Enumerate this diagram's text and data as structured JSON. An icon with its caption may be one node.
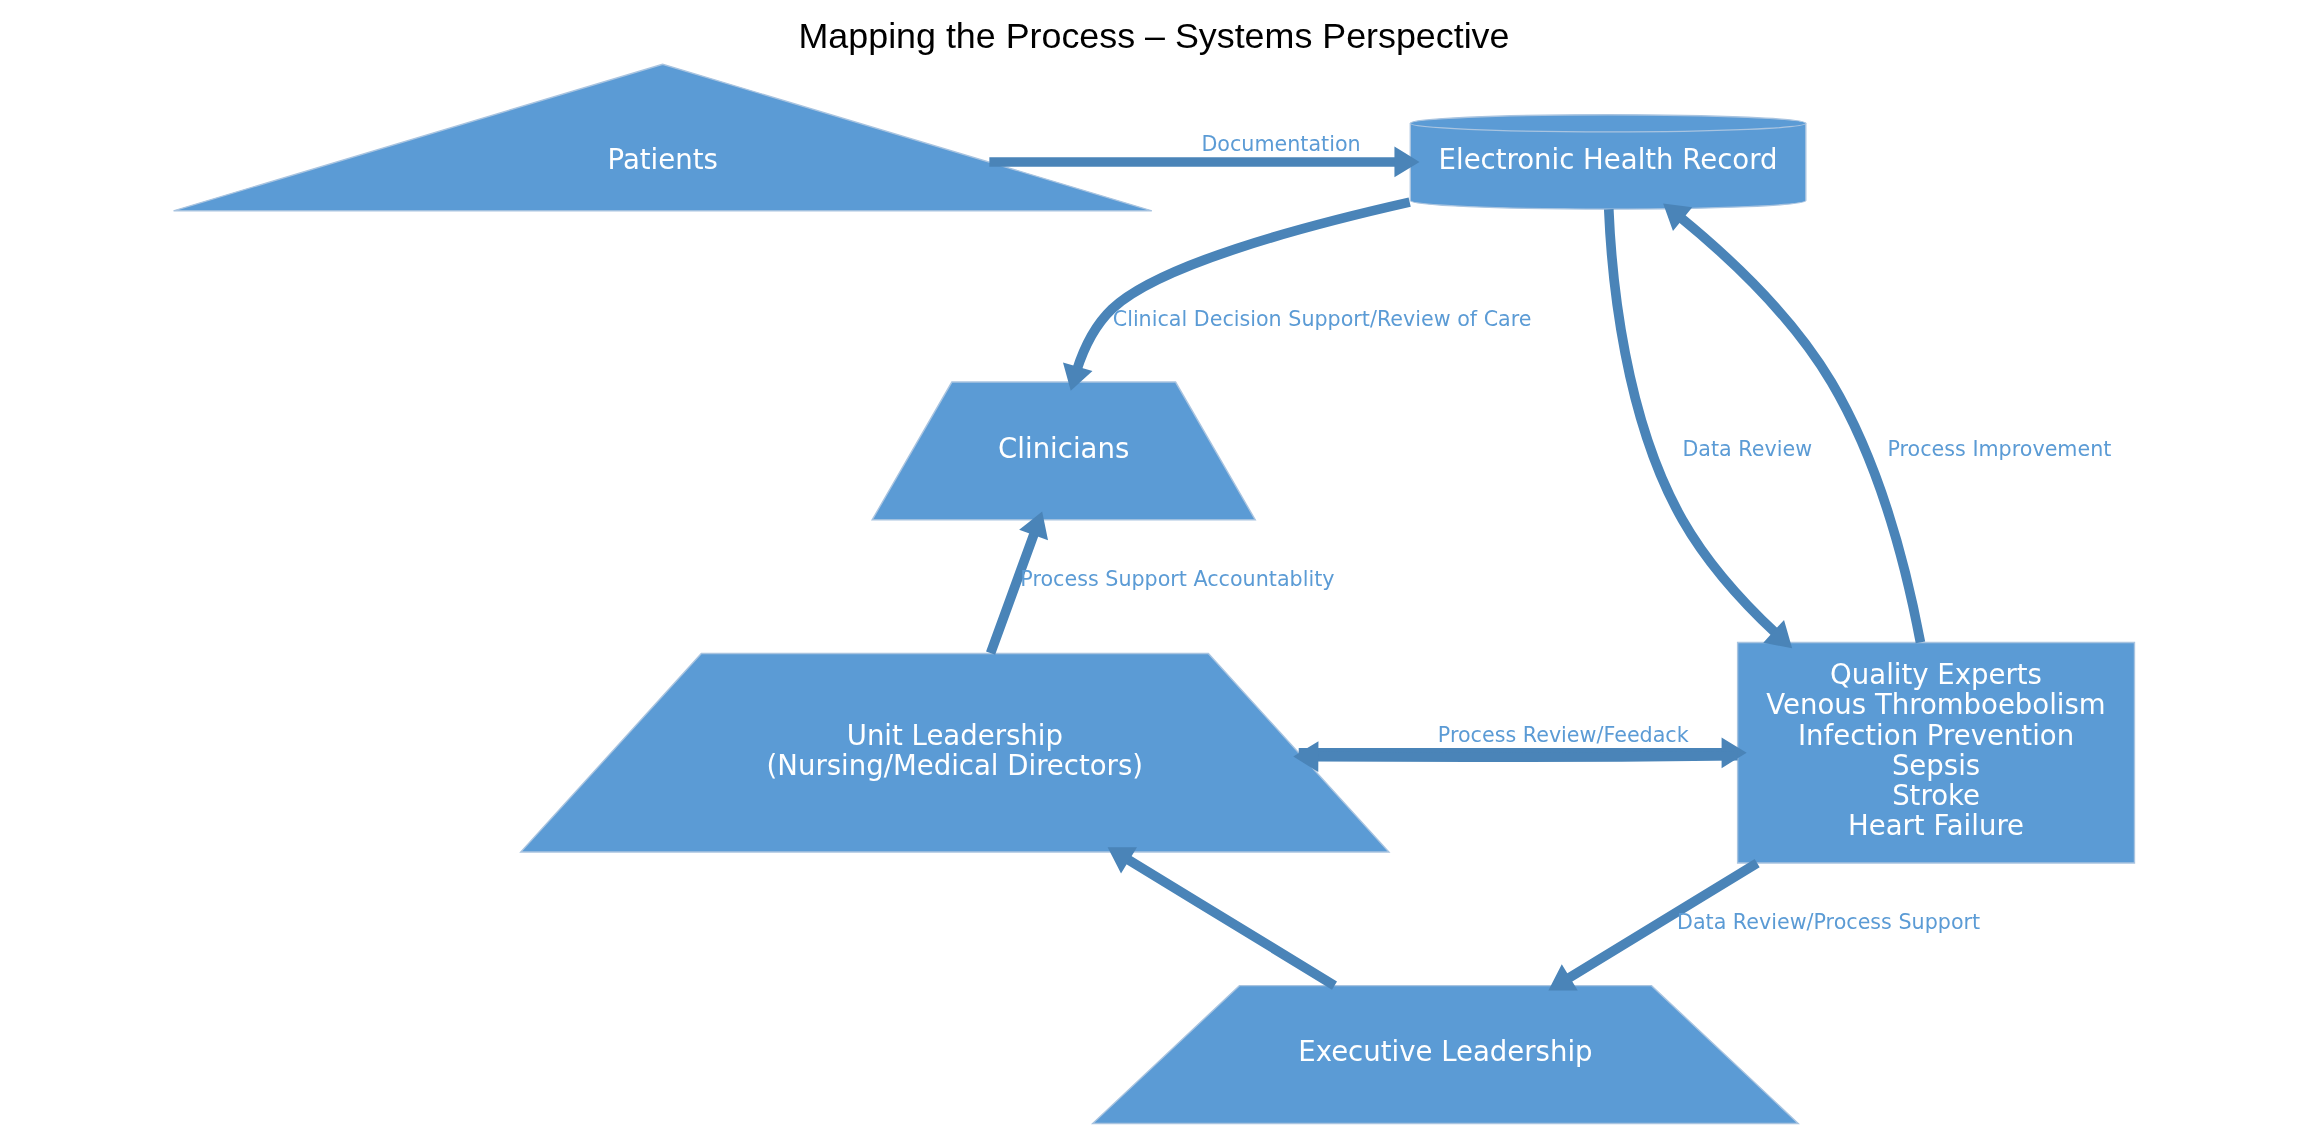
{
  "diagram": {
    "title": "Mapping the Process – Systems Perspective",
    "nodes": [
      {
        "text": [
          "Patients"
        ]
      },
      {
        "text": [
          "Clinicians"
        ]
      },
      {
        "text": [
          "Unit Leadership",
          "(Nursing/Medical Directors)"
        ]
      },
      {
        "text": [
          "Executive Leadership"
        ]
      },
      {
        "text": [
          "Electronic Health Record"
        ]
      },
      {
        "text": [
          "Quality Experts",
          "Venous Thromboebolism",
          "Infection Prevention",
          "Sepsis",
          "Stroke",
          "Heart Failure"
        ]
      }
    ],
    "edges": [
      {
        "from": 0,
        "to": 4,
        "arrow": "to",
        "label": "Documentation"
      },
      {
        "from": 4,
        "to": 1,
        "arrow": "to",
        "label": "Clinical Decision Support/Review of Care"
      },
      {
        "from": 2,
        "to": 1,
        "arrow": "to",
        "label": "Process Support Accountablity"
      },
      {
        "from": 3,
        "to": 2,
        "arrow": "to"
      },
      {
        "from": 2,
        "to": 5,
        "arrow": "to",
        "label": "Process Review/Feedack"
      },
      {
        "from": 5,
        "to": 2,
        "arrow": "to"
      },
      {
        "from": 5,
        "to": 3,
        "arrow": "to",
        "label": "Data Review/Process Support"
      },
      {
        "from": 4,
        "to": 5,
        "arrow": "to",
        "label": "Data Review"
      },
      {
        "from": 5,
        "to": 4,
        "arrow": "to",
        "label": "Process Improvement"
      }
    ]
  }
}
